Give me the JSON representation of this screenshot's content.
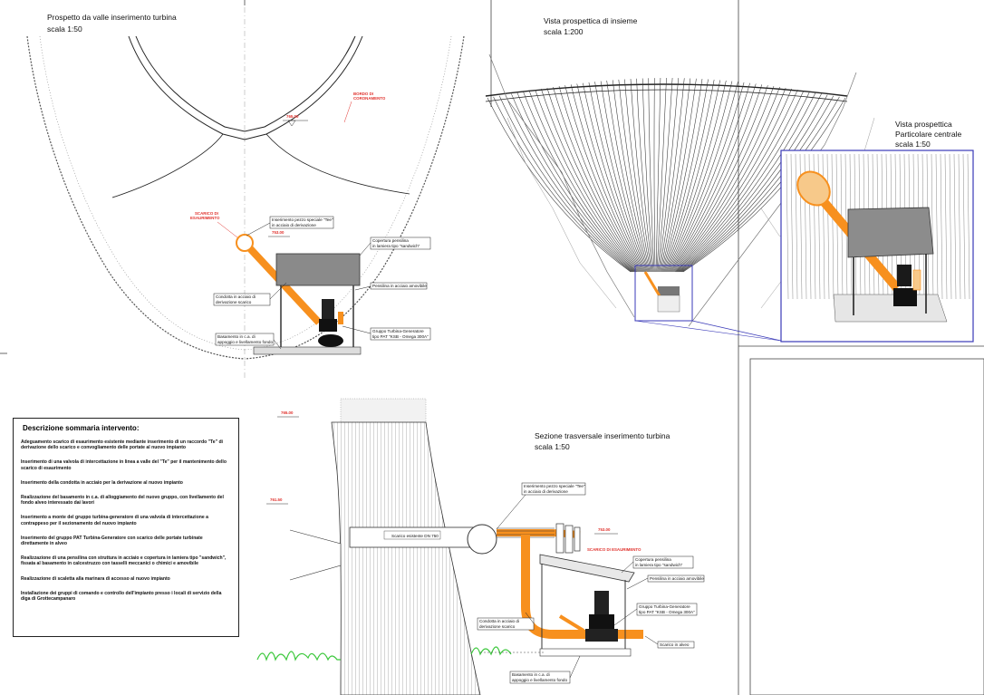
{
  "views": {
    "front": {
      "title": "Prospetto da valle inserimento turbina",
      "scale": "scala 1:50"
    },
    "overall": {
      "title": "Vista prospettica di insieme",
      "scale": "scala 1:200"
    },
    "detail": {
      "title": "Vista prospettica",
      "subtitle": "Particolare centrale",
      "scale": "scala 1:50"
    },
    "section": {
      "title": "Sezione trasversale inserimento turbina",
      "scale": "scala 1:50"
    }
  },
  "front_labels": {
    "crown_level": "765.00",
    "crown_red_1": "BORDO DI",
    "crown_red_2": "CORONAMENTO",
    "discharge_red_1": "SCARICO DI",
    "discharge_red_2": "ESAURIMENTO",
    "pipe_level": "753.00",
    "tee_1": "Inserimento pezzo speciale \"Tee\"",
    "tee_2": "in acciaio di derivazione",
    "roof_1": "Copertura pensilina",
    "roof_2": "in lamiera tipo \"sandwich\"",
    "canopy": "Pensilina in acciaio amovibile",
    "duct_1": "Condotta in acciaio di",
    "duct_2": "derivazione scarico",
    "turbine_1": "Gruppo Turbina-Generatore",
    "turbine_2": "tipo PAT \"KSB - Omega 300A\"",
    "base_1": "Basamento in c.a. di",
    "base_2": "appoggio e livellamento fondo"
  },
  "section_labels": {
    "top_level": "765.00",
    "mid_level": "761.50",
    "outlet_level": "753.00",
    "outlet_red": "SCARICO DI ESAURIMENTO",
    "existing_drain": "Scarico esistente DN 750",
    "tee_1": "Inserimento pezzo speciale \"Tee\"",
    "tee_2": "in acciaio di derivazione",
    "roof_1": "Copertura pensilina",
    "roof_2": "in lamiera tipo \"sandwich\"",
    "canopy": "Pensilina in acciaio amovibile",
    "duct_1": "Condotta in acciaio di",
    "duct_2": "derivazione scarico",
    "turbine_1": "Gruppo Turbina-Generatore",
    "turbine_2": "tipo PAT \"KSB - Omega 300A\"",
    "riverbed": "Scarico in alveo",
    "base_1": "Basamento in c.a. di",
    "base_2": "appoggio e livellamento fondo"
  },
  "description": {
    "heading": "Descrizione sommaria intervento:",
    "items": [
      "Adeguamento scarico di esaurimento esistente mediante inserimento di un raccordo \"Te\" di derivazione dello scarico e convogliamento delle portate al nuovo impianto",
      "Inserimento di una valvola di intercettazione in linea a valle del \"Te\" per il mantenimento dello scarico di esaurimento",
      "Inserimento della condotta in acciaio per la derivazione al nuovo impianto",
      "Realizzazione del basamento in c.a. di alloggiamento del nuovo gruppo, con livellamento del fondo alveo interessato dai lavori",
      "Inserimento a monte del gruppo turbina-generatore di una valvola di intercettazione a contrappeso per il sezionamento del nuovo impianto",
      "Inserimento del gruppo PAT Turbina-Generatore con scarico delle portate turbinate direttamente in alveo",
      "Realizzazione di una pensilina con struttura in acciaio e copertura in lamiera tipo \"sandwich\", fissata al basamento in calcestruzzo con tasselli meccanici o chimici e amovibile",
      "Realizzazione di scaletta alla marinara di accesso al nuovo impianto",
      "Installazione dei gruppi di comando e controllo dell'impianto presso i locali di servizio della diga di Grottecampanaro"
    ]
  },
  "colors": {
    "pipe": "#f7901e",
    "annotation_red": "#e0322d",
    "detail_frame": "#3a3ab8",
    "grass": "#3cc83c"
  }
}
